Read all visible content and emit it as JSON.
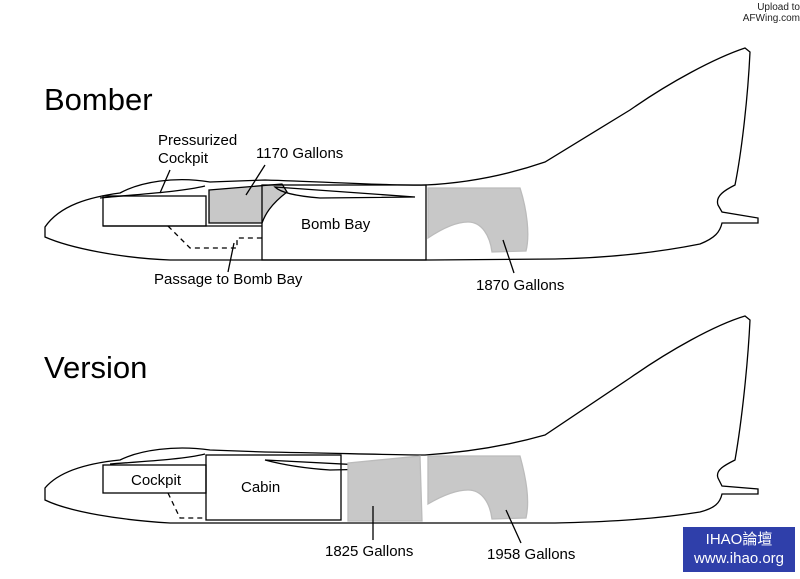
{
  "credit": {
    "line1": "Upload to",
    "line2": "AFWing.com"
  },
  "bomber": {
    "title": "Bomber",
    "labels": {
      "pressurized_cockpit_1": "Pressurized",
      "pressurized_cockpit_2": "Cockpit",
      "tank_front": "1170 Gallons",
      "bomb_bay": "Bomb Bay",
      "passage": "Passage to Bomb Bay",
      "tank_rear": "1870 Gallons"
    }
  },
  "version": {
    "title": "Version",
    "labels": {
      "cockpit": "Cockpit",
      "cabin": "Cabin",
      "tank_front": "1825 Gallons",
      "tank_rear": "1958 Gallons"
    }
  },
  "watermark": {
    "line1": "IHAO論壇",
    "line2": "www.ihao.org"
  },
  "colors": {
    "outline": "#000000",
    "tank_fill": "#c8c8c8",
    "watermark_bg": "#2f3faa"
  }
}
